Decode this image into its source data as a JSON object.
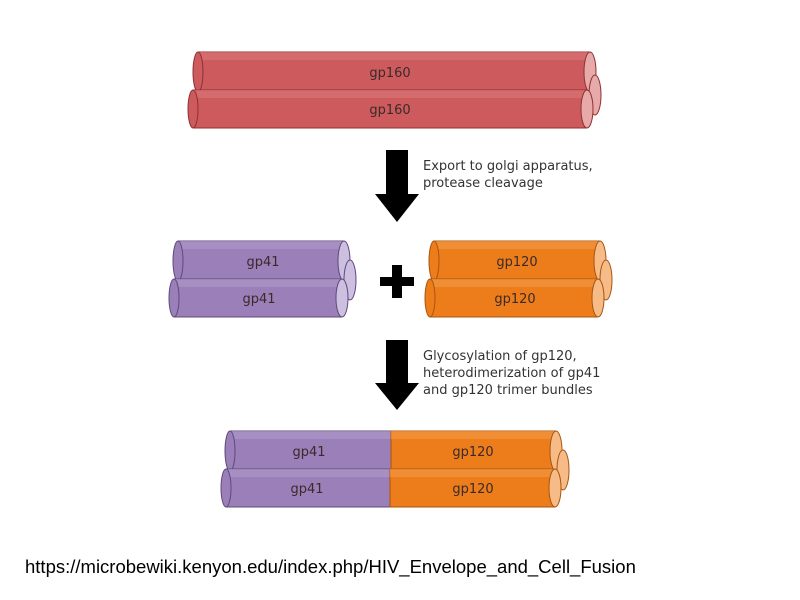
{
  "stage1": {
    "labels": [
      "gp160",
      "gp160"
    ],
    "color": "#cd5b5e"
  },
  "step1": {
    "lines": [
      "Export to golgi apparatus,",
      "protease cleavage"
    ]
  },
  "stage2": {
    "left": {
      "labels": [
        "gp41",
        "gp41"
      ],
      "color": "#9a7fb8"
    },
    "plus_icon": "plus-icon",
    "right": {
      "labels": [
        "gp120",
        "gp120"
      ],
      "color": "#ed7d1a"
    }
  },
  "step2": {
    "lines": [
      "Glycosylation of gp120,",
      "heterodimerization of gp41",
      "and gp120 trimer bundles"
    ]
  },
  "stage3": {
    "left": {
      "labels": [
        "gp41",
        "gp41"
      ],
      "color": "#9a7fb8"
    },
    "right": {
      "labels": [
        "gp120",
        "gp120"
      ],
      "color": "#ed7d1a"
    }
  },
  "arrow_icon": "down-arrow-icon",
  "source_url": "https://microbewiki.kenyon.edu/index.php/HIV_Envelope_and_Cell_Fusion"
}
